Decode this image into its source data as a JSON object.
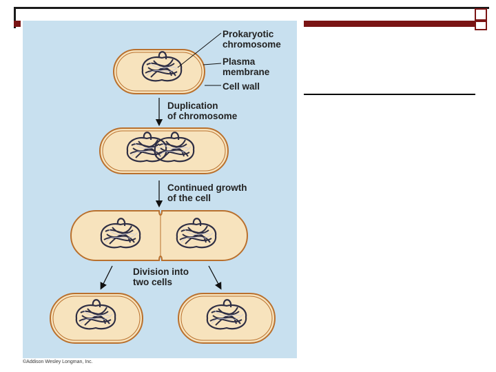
{
  "labels": {
    "prokaryotic_chromosome": [
      "Prokaryotic",
      "chromosome"
    ],
    "plasma_membrane": [
      "Plasma",
      "membrane"
    ],
    "cell_wall": "Cell wall",
    "step1": [
      "Duplication",
      "of chromosome"
    ],
    "step2": [
      "Continued growth",
      "of the cell"
    ],
    "step3": [
      "Division into",
      "two cells"
    ]
  },
  "copyright": "©Addison Wesley Longman, Inc.",
  "colors": {
    "slide_accent": "#7a1414",
    "figure_background": "#c8e0ef",
    "cell_fill": "#f7e3bd",
    "cell_border": "#b9702d",
    "chromosome": "#2e2e44"
  }
}
